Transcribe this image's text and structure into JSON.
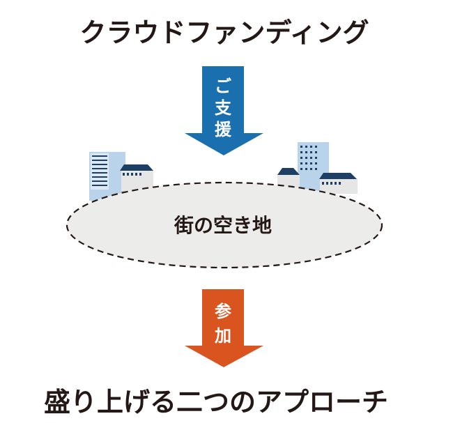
{
  "title_top": "クラウドファンディング",
  "arrow_support": {
    "chars": [
      "ご",
      "支",
      "援"
    ],
    "color": "#1a6fae"
  },
  "center_label": "街の空き地",
  "arrow_participate": {
    "chars": [
      "参",
      "加"
    ],
    "color": "#d9541e"
  },
  "title_bottom": "盛り上げる二つのアプローチ",
  "colors": {
    "text": "#231815",
    "ellipse_fill": "#ececea",
    "building_light": "#b9d3ea",
    "building_roof": "#1d3f63"
  }
}
